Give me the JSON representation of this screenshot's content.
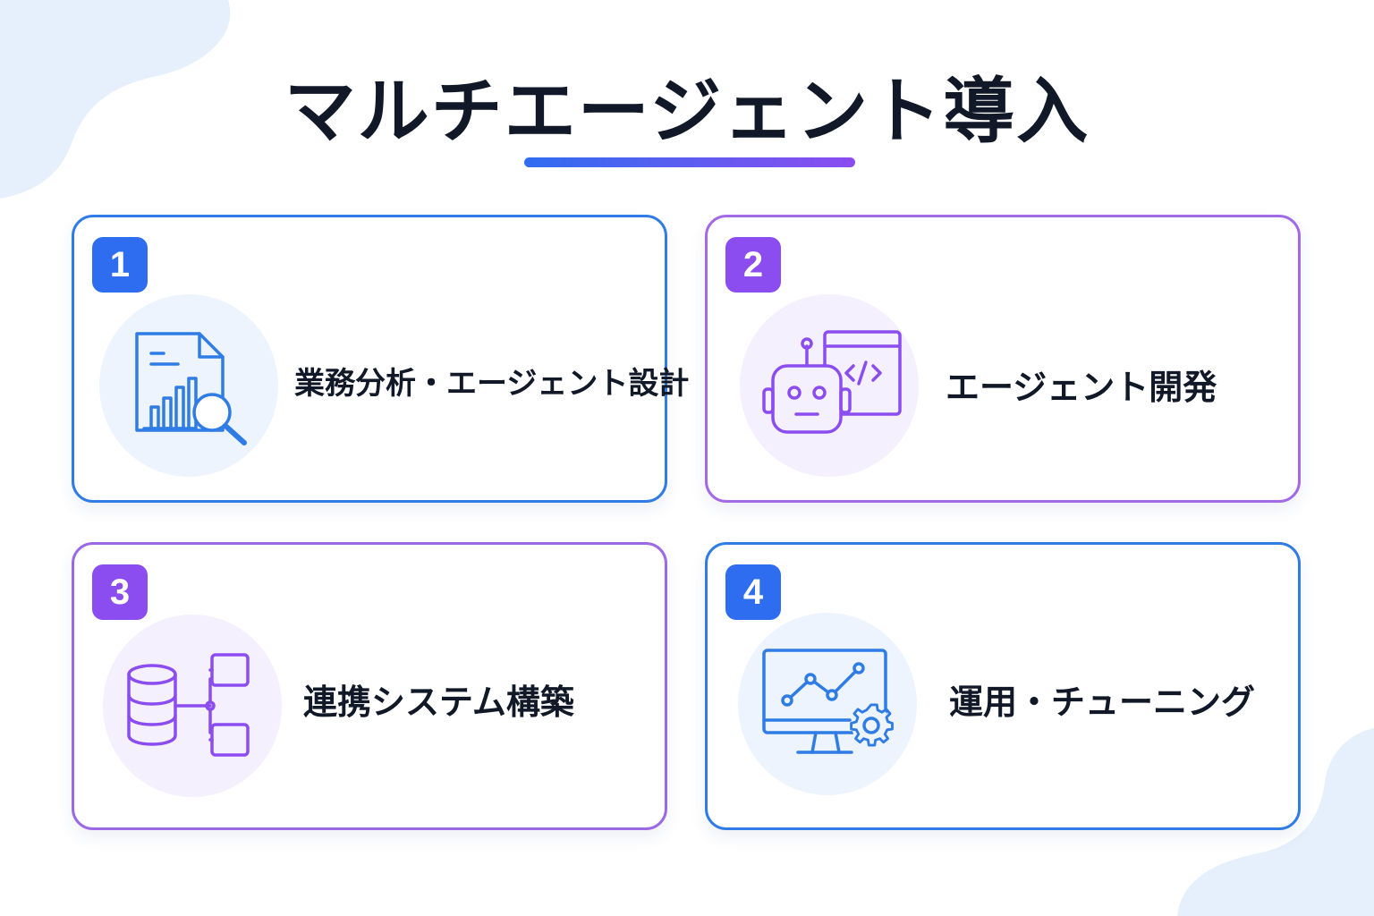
{
  "title": "マルチエージェント導入",
  "colors": {
    "blue": "#2f6df0",
    "purple": "#8b4cf0",
    "title_text": "#111827"
  },
  "steps": [
    {
      "number": "1",
      "label": "業務分析・エージェント設計",
      "icon": "document-chart-search-icon"
    },
    {
      "number": "2",
      "label": "エージェント開発",
      "icon": "robot-code-icon"
    },
    {
      "number": "3",
      "label": "連携システム構築",
      "icon": "database-flow-icon"
    },
    {
      "number": "4",
      "label": "運用・チューニング",
      "icon": "monitor-chart-gear-icon"
    }
  ]
}
